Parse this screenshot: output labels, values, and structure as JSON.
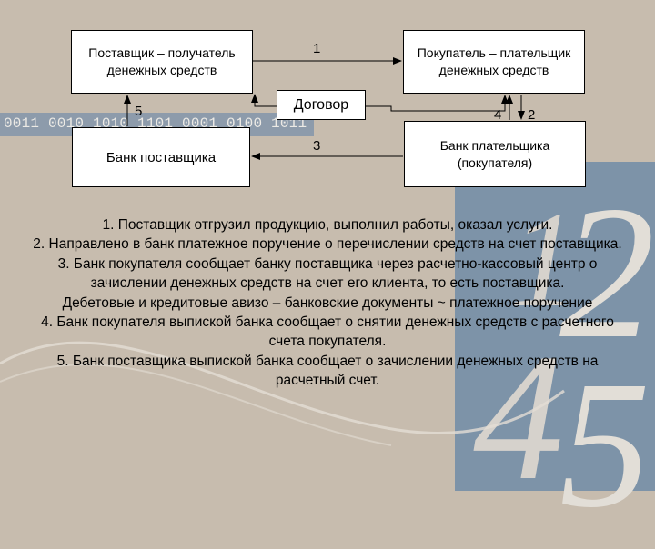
{
  "background": {
    "binary_text": "0011 0010 1010 1101 0001 0100 1011",
    "digits": [
      "1",
      "2",
      "4",
      "5"
    ],
    "colors": {
      "base": "#c7bcae",
      "panel": "#7d93a8",
      "stripe": "#8d9bab"
    }
  },
  "diagram": {
    "supplier_box": "Поставщик – получатель денежных средств",
    "buyer_box": "Покупатель – плательщик денежных средств",
    "supplier_bank_box": "Банк поставщика",
    "buyer_bank_box": "Банк плательщика (покупателя)",
    "contract_label": "Договор",
    "arrow_labels": {
      "a1": "1",
      "a2": "2",
      "a3": "3",
      "a4": "4",
      "a5": "5"
    }
  },
  "description": [
    "1. Поставщик отгрузил продукцию, выполнил работы, оказал услуги.",
    "2. Направлено в банк платежное поручение о перечислении средств на счет поставщика.",
    "3. Банк покупателя сообщает банку поставщика через расчетно-кассовый центр о зачислении денежных средств на счет его клиента, то есть поставщика.",
    "Дебетовые и кредитовые авизо – банковские документы ~ платежное поручение",
    "4. Банк покупателя выпиской банка сообщает о снятии денежных средств с расчетного счета покупателя.",
    "5. Банк поставщика выпиской банка сообщает о зачислении денежных средств на расчетный счет."
  ]
}
